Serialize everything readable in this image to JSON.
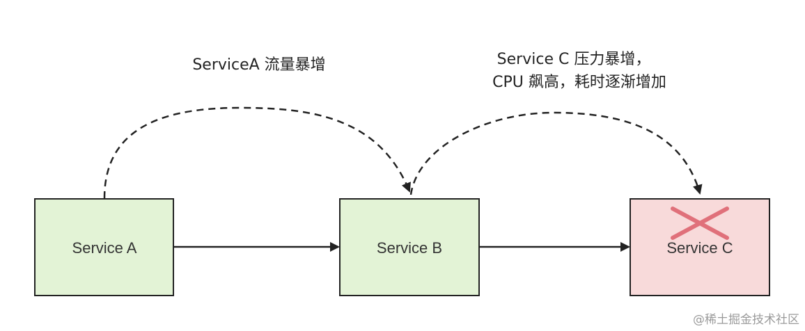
{
  "annotations": {
    "a_to_b": "ServiceA 流量暴增",
    "b_to_c_line1": "Service C 压力暴增，",
    "b_to_c_line2": "CPU 飙高，耗时逐渐增加"
  },
  "nodes": {
    "service_a": {
      "label": "Service A",
      "fill": "#e3f3d6",
      "status": "normal"
    },
    "service_b": {
      "label": "Service B",
      "fill": "#e3f3d6",
      "status": "normal"
    },
    "service_c": {
      "label": "Service C",
      "fill": "#f8dada",
      "status": "failed"
    }
  },
  "colors": {
    "stroke": "#222222",
    "cross": "#e0707a"
  },
  "edges": [
    {
      "from": "service_a",
      "to": "service_b",
      "style": "solid"
    },
    {
      "from": "service_b",
      "to": "service_c",
      "style": "solid"
    },
    {
      "from": "service_a",
      "to": "service_b",
      "style": "dashed"
    },
    {
      "from": "service_b",
      "to": "service_c",
      "style": "dashed"
    }
  ],
  "watermark": "@稀土掘金技术社区"
}
